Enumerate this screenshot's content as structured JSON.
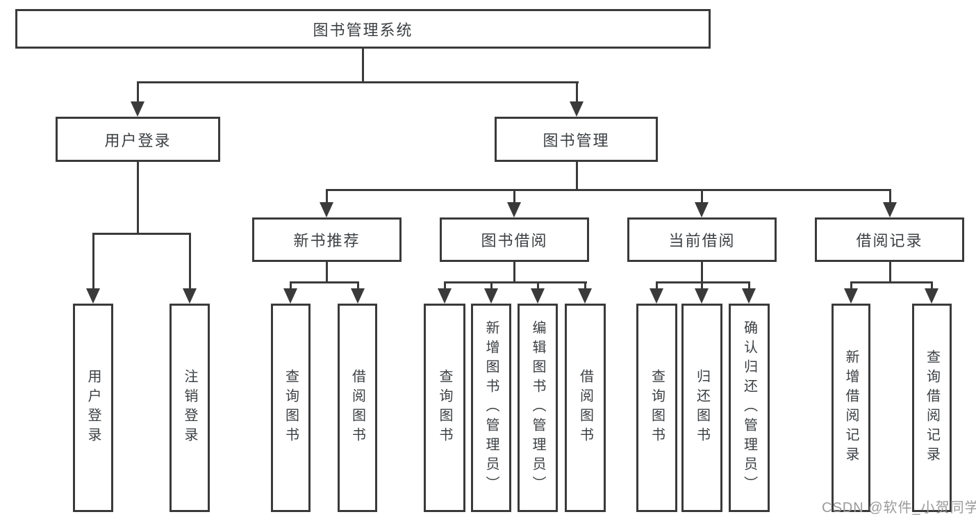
{
  "title": "图书管理系统",
  "watermark": {
    "text": "CSDN @软件_小贺同学"
  },
  "colors": {
    "line": "#3a3a3a",
    "text": "#3c4043",
    "background": "#ffffff",
    "watermark": "#9a9a9a"
  },
  "tree": {
    "root": {
      "label": "图书管理系统",
      "children": [
        {
          "label": "用户登录",
          "children": [
            {
              "label": "用户登录"
            },
            {
              "label": "注销登录"
            }
          ]
        },
        {
          "label": "图书管理",
          "children": [
            {
              "label": "新书推荐",
              "children": [
                {
                  "label": "查询图书"
                },
                {
                  "label": "借阅图书"
                }
              ]
            },
            {
              "label": "图书借阅",
              "children": [
                {
                  "label": "查询图书"
                },
                {
                  "label": "新增图书（管理员）"
                },
                {
                  "label": "编辑图书（管理员）"
                },
                {
                  "label": "借阅图书"
                }
              ]
            },
            {
              "label": "当前借阅",
              "children": [
                {
                  "label": "查询图书"
                },
                {
                  "label": "归还图书"
                },
                {
                  "label": "确认归还（管理员）"
                }
              ]
            },
            {
              "label": "借阅记录",
              "children": [
                {
                  "label": "新增借阅记录"
                },
                {
                  "label": "查询借阅记录"
                }
              ]
            }
          ]
        }
      ]
    }
  }
}
